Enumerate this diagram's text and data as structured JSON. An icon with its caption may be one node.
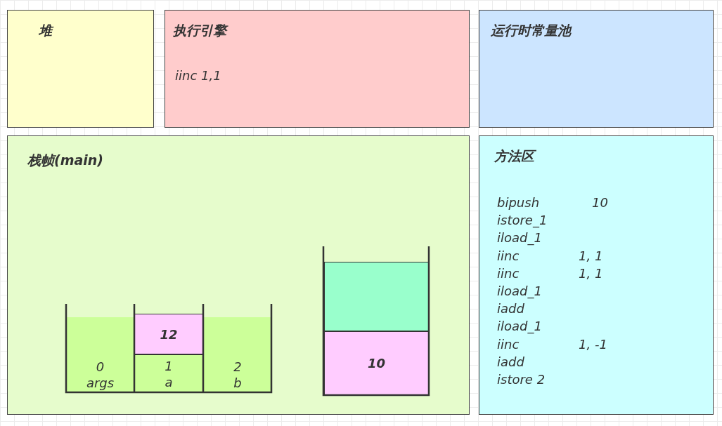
{
  "diagram": {
    "nodes": [
      {
        "text": [
          "堆"
        ]
      },
      {
        "text": [
          "执行引擎",
          "iinc 1,1"
        ]
      },
      {
        "text": [
          "运行时常量池"
        ]
      },
      {
        "text": [
          "栈帧(main)"
        ]
      },
      {
        "text": [
          "方法区"
        ]
      },
      {
        "text": [
          "0",
          "args"
        ],
        "in": 3
      },
      {
        "text": [
          "12"
        ],
        "in": 3
      },
      {
        "text": [
          "1",
          "a"
        ],
        "in": 3
      },
      {
        "text": [
          "2",
          "b"
        ],
        "in": 3
      },
      {
        "text": [],
        "shape": "box",
        "in": 3
      },
      {
        "text": [
          "10"
        ],
        "in": 3
      }
    ],
    "labels": [
      "bipush",
      "10",
      "istore_1",
      "iload_1",
      "iinc",
      "1, 1",
      "iinc",
      "1, 1",
      "iload_1",
      "iadd",
      "iload_1",
      "iinc",
      "1, -1",
      "iadd",
      "istore 2"
    ]
  }
}
